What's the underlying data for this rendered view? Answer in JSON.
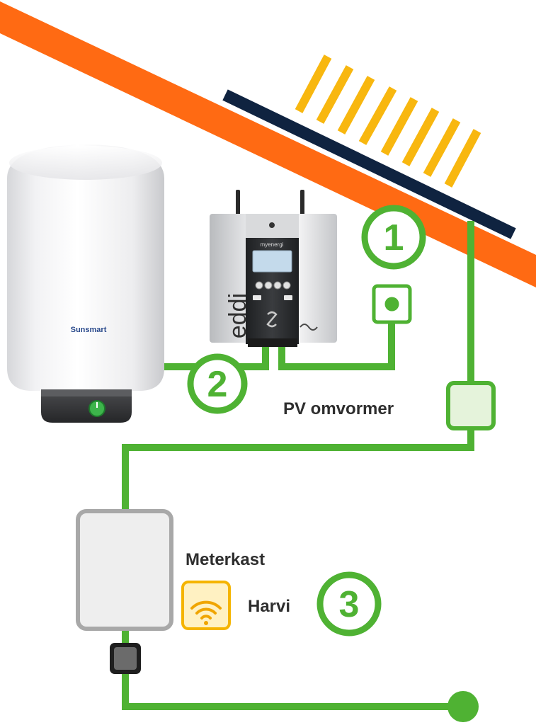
{
  "labels": {
    "pv_inverter": "PV omvormer",
    "meter_cabinet": "Meterkast",
    "harvi": "Harvi"
  },
  "steps": {
    "one": "1",
    "two": "2",
    "three": "3"
  },
  "heater": {
    "brand": "Sunsmart"
  },
  "eddi": {
    "name": "eddi",
    "brand": "myenergi"
  },
  "icons": {
    "harvi": "wifi-icon",
    "socket": "power-socket-icon",
    "inverter": "inverter-box-icon",
    "meter": "meter-cabinet-icon",
    "sensor": "ct-clamp-icon",
    "grid": "grid-connection-dot-icon"
  },
  "colors": {
    "roof": "#FF6A13",
    "panel": "#0F2340",
    "ray": "#F8B70F",
    "green": "#4FB233",
    "text": "#2E2E2E"
  }
}
